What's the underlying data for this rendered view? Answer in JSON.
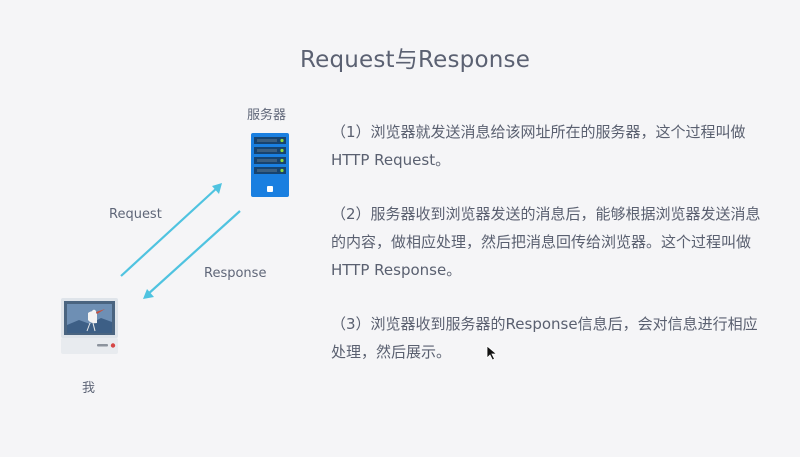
{
  "slide": {
    "title": "Request与Response",
    "diagram": {
      "server_label": "服务器",
      "client_label": "我",
      "request_label": "Request",
      "response_label": "Response",
      "arrow_color": "#4fc3e0",
      "server_color": "#1a7fe0",
      "server_light_color": "#8bdc3c"
    },
    "paragraphs": [
      "（1）浏览器就发送消息给该网址所在的服务器，这个过程叫做HTTP Request。",
      "（2）服务器收到浏览器发送的消息后，能够根据浏览器发送消息的内容，做相应处理，然后把消息回传给浏览器。这个过程叫做HTTP Response。",
      "（3）浏览器收到服务器的Response信息后，会对信息进行相应处理，然后展示。"
    ]
  }
}
